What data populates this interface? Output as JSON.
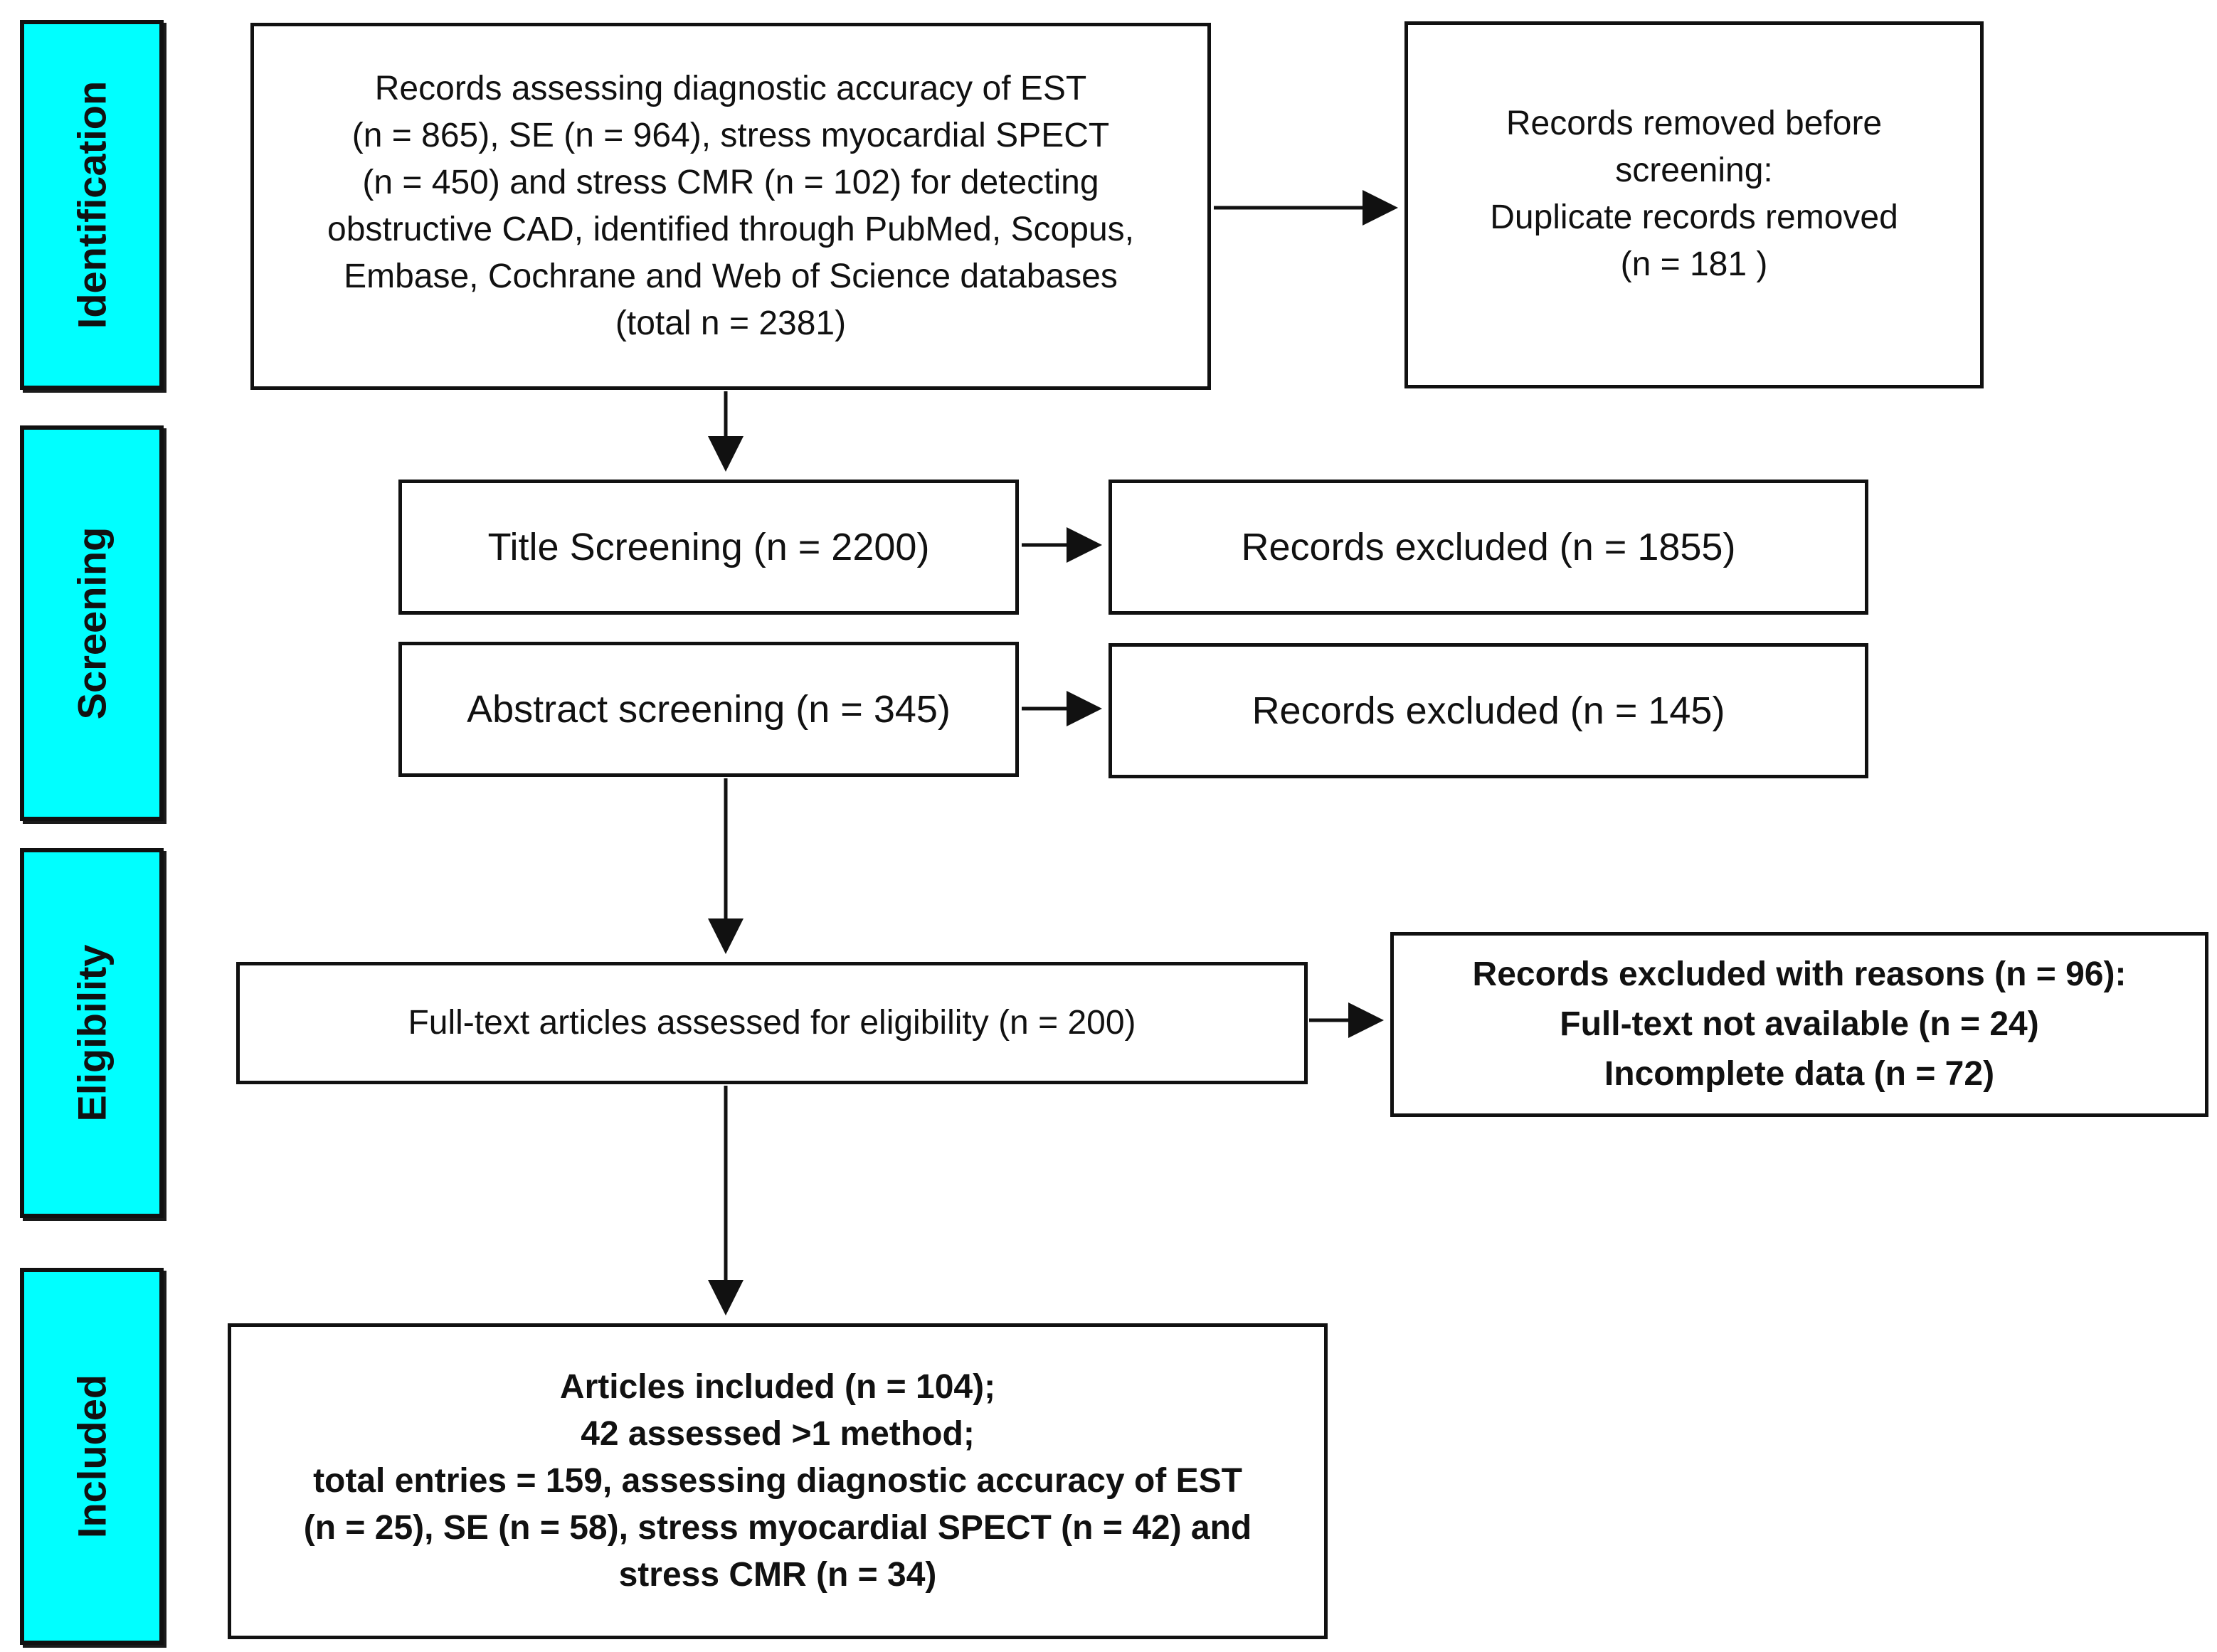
{
  "stages": {
    "identification": "Identification",
    "screening": "Screening",
    "eligibility": "Eligibility",
    "included": "Included"
  },
  "boxes": {
    "records_identified": {
      "lines": [
        "Records assessing diagnostic accuracy of EST",
        "(n = 865), SE (n = 964), stress myocardial SPECT",
        "(n = 450) and stress CMR (n = 102) for detecting",
        "obstructive CAD, identified through PubMed, Scopus,",
        "Embase, Cochrane and Web of Science databases",
        "(total n = 2381)"
      ]
    },
    "records_removed": {
      "lines": [
        "Records removed before",
        "screening:",
        "Duplicate records removed",
        "(n = 181 )"
      ]
    },
    "title_screening": "Title Screening (n = 2200)",
    "title_excluded": "Records excluded (n = 1855)",
    "abstract_screening": "Abstract screening (n = 345)",
    "abstract_excluded": "Records excluded (n = 145)",
    "full_text_assessed": "Full-text articles assessed for eligibility (n = 200)",
    "excluded_with_reasons": {
      "lines": [
        "Records excluded with reasons (n = 96):",
        "Full-text not available (n = 24)",
        "Incomplete data (n = 72)"
      ]
    },
    "articles_included": {
      "lines": [
        "Articles included (n = 104);",
        "42 assessed >1 method;",
        "total entries = 159, assessing diagnostic accuracy of EST",
        "(n = 25), SE (n = 58), stress myocardial SPECT (n = 42) and",
        "stress CMR (n = 34)"
      ]
    }
  }
}
